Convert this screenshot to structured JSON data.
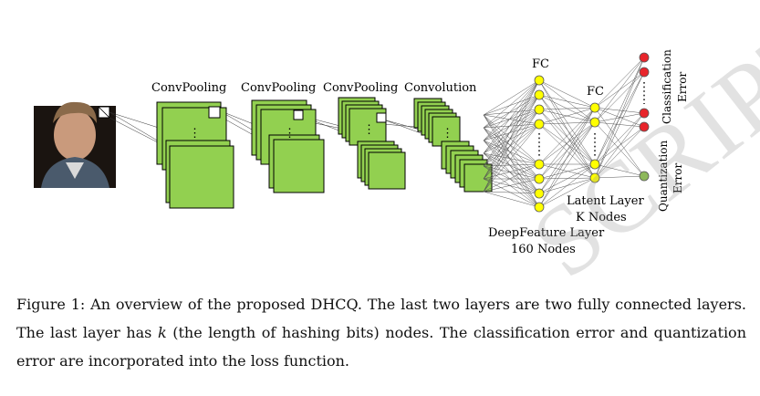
{
  "figure": {
    "labels": {
      "conv1": "ConvPooling",
      "conv2": "ConvPooling",
      "conv3": "ConvPooling",
      "conv4": "Convolution",
      "fc1": "FC",
      "fc2": "FC",
      "latent_line1": "Latent Layer",
      "latent_line2": "K Nodes",
      "deep_line1": "DeepFeature Layer",
      "deep_line2": "160 Nodes",
      "class_line1": "Classification",
      "class_line2": "Error",
      "quant_line1": "Quantization",
      "quant_line2": "Error"
    },
    "colors": {
      "feature_map": "#92d050",
      "deep_node": "#ffff00",
      "latent_node": "#ffff00",
      "class_node": "#e8252b",
      "quant_node": "#8db85a"
    }
  },
  "caption": {
    "part1": "Figure 1:  An overview of the proposed DHCQ. The last two layers are two fully connected layers.  The last layer has ",
    "var": "k",
    "part2": " (the length of hashing bits) nodes.  The classification error and quantization error are incorporated into the loss function."
  },
  "watermark": "SCRIPT"
}
